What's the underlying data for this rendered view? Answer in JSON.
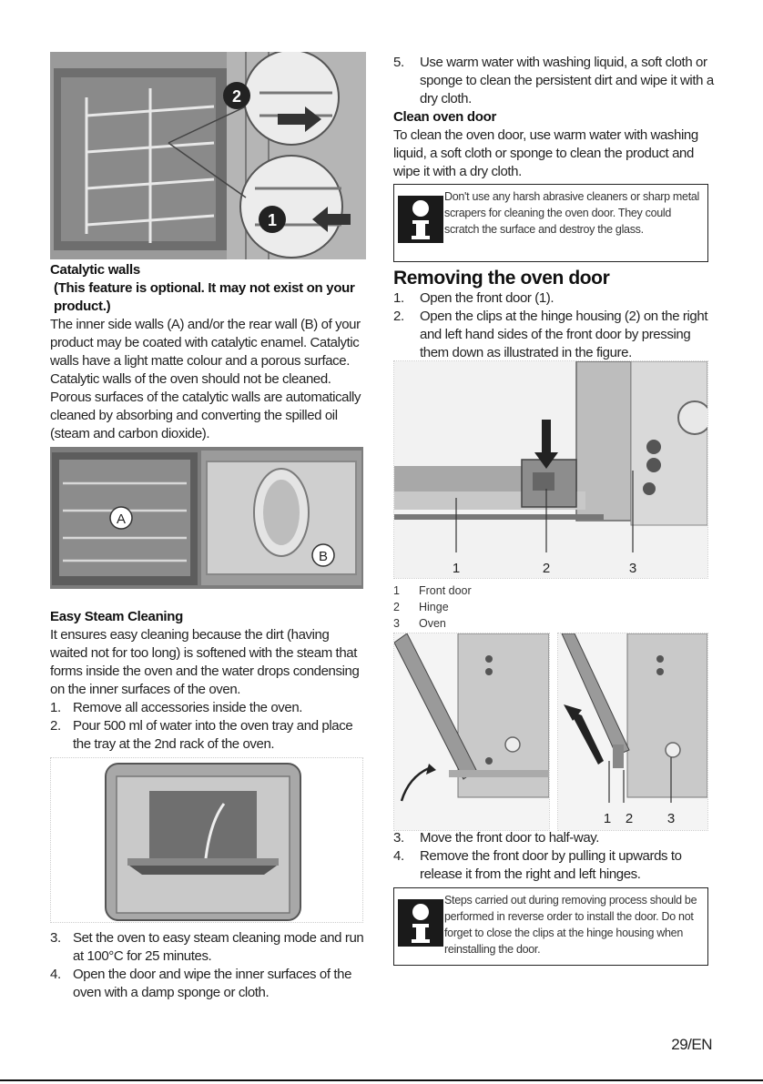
{
  "left": {
    "catalytic": {
      "title": "Catalytic walls",
      "subtitle": "(This feature is optional. It may not exist on your product.)",
      "body": "The inner side walls (A) and/or the rear wall (B) of your product may be coated with catalytic enamel. Catalytic walls have a light matte colour and a porous surface. Catalytic walls of the oven should not be cleaned. Porous surfaces of the catalytic walls are automatically cleaned by absorbing and converting the spilled oil (steam and carbon dioxide)."
    },
    "fig1_labels": [
      "2",
      "1"
    ],
    "fig2_labels": [
      "A",
      "B"
    ],
    "steam": {
      "title": "Easy Steam Cleaning",
      "body": "It ensures easy cleaning because the dirt (having waited not for too long) is softened with the steam that forms inside the oven and the water drops condensing on the inner surfaces of the oven.",
      "steps": [
        {
          "n": "1.",
          "text": "Remove all accessories inside the oven."
        },
        {
          "n": "2.",
          "text": "Pour 500 ml of water into the oven tray and place the tray at the 2nd rack of the oven."
        },
        {
          "n": "3.",
          "text": "Set the oven to easy steam cleaning mode and run at 100°C for 25 minutes."
        },
        {
          "n": "4.",
          "text": "Open the door and wipe the inner surfaces of the oven with a damp sponge or cloth."
        }
      ]
    }
  },
  "right": {
    "step5": {
      "n": "5.",
      "text": "Use warm water with washing liquid, a soft cloth or sponge to clean the persistent dirt and wipe it with a dry cloth."
    },
    "door_clean": {
      "title": "Clean oven door",
      "body": "To clean the oven door, use warm water with washing liquid, a soft cloth or sponge to clean the product and wipe it with a dry cloth."
    },
    "note1": "Don't use any harsh abrasive cleaners or sharp metal scrapers for cleaning the oven door. They could scratch the surface and destroy the glass.",
    "remove": {
      "title": "Removing the oven door",
      "steps": [
        {
          "n": "1.",
          "text": "Open the front door (1)."
        },
        {
          "n": "2.",
          "text": "Open the clips at the hinge housing (2) on the right and left hand sides of the front door by pressing them down as illustrated in the figure."
        }
      ],
      "fig_labels": [
        "1",
        "2",
        "3"
      ],
      "legend": [
        {
          "n": "1",
          "label": "Front door"
        },
        {
          "n": "2",
          "label": "Hinge"
        },
        {
          "n": "3",
          "label": "Oven"
        }
      ],
      "fig2_labels": [
        "1",
        "2",
        "3"
      ],
      "steps2": [
        {
          "n": "3.",
          "text": "Move the front door to half-way."
        },
        {
          "n": "4.",
          "text": "Remove the front door by pulling it upwards to release it from the right and left hinges."
        }
      ]
    },
    "note2": "Steps carried out during removing process should be performed in reverse order to install the door. Do not forget to close the clips at the hinge housing when reinstalling the door."
  },
  "footer": {
    "page": "29/EN"
  }
}
